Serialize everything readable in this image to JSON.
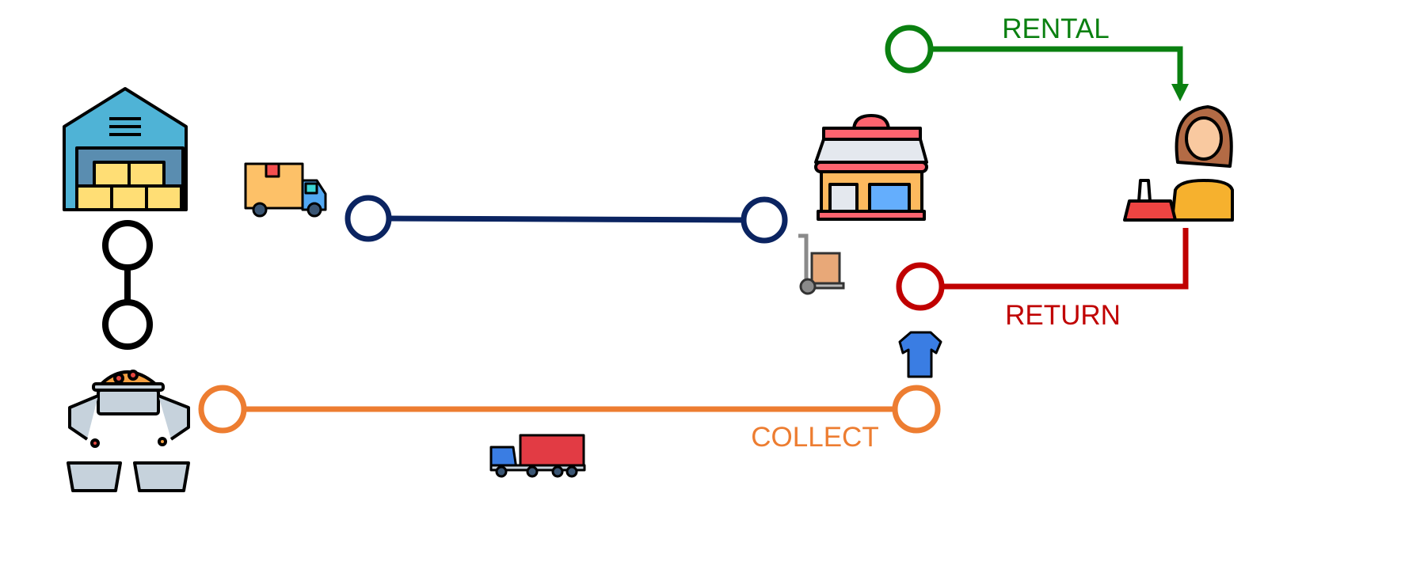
{
  "labels": {
    "rental": "RENTAL",
    "return": "RETURN",
    "collect": "COLLECT"
  },
  "colors": {
    "rental": "#0A8010",
    "return": "#C00000",
    "collect": "#ED7D31",
    "delivery": "#0B2461",
    "internal": "#000000"
  },
  "icons": [
    "warehouse-icon",
    "delivery-truck-icon",
    "shop-icon",
    "hand-truck-icon",
    "shopper-icon",
    "tshirt-icon",
    "sorting-machine-icon",
    "container-truck-icon"
  ]
}
